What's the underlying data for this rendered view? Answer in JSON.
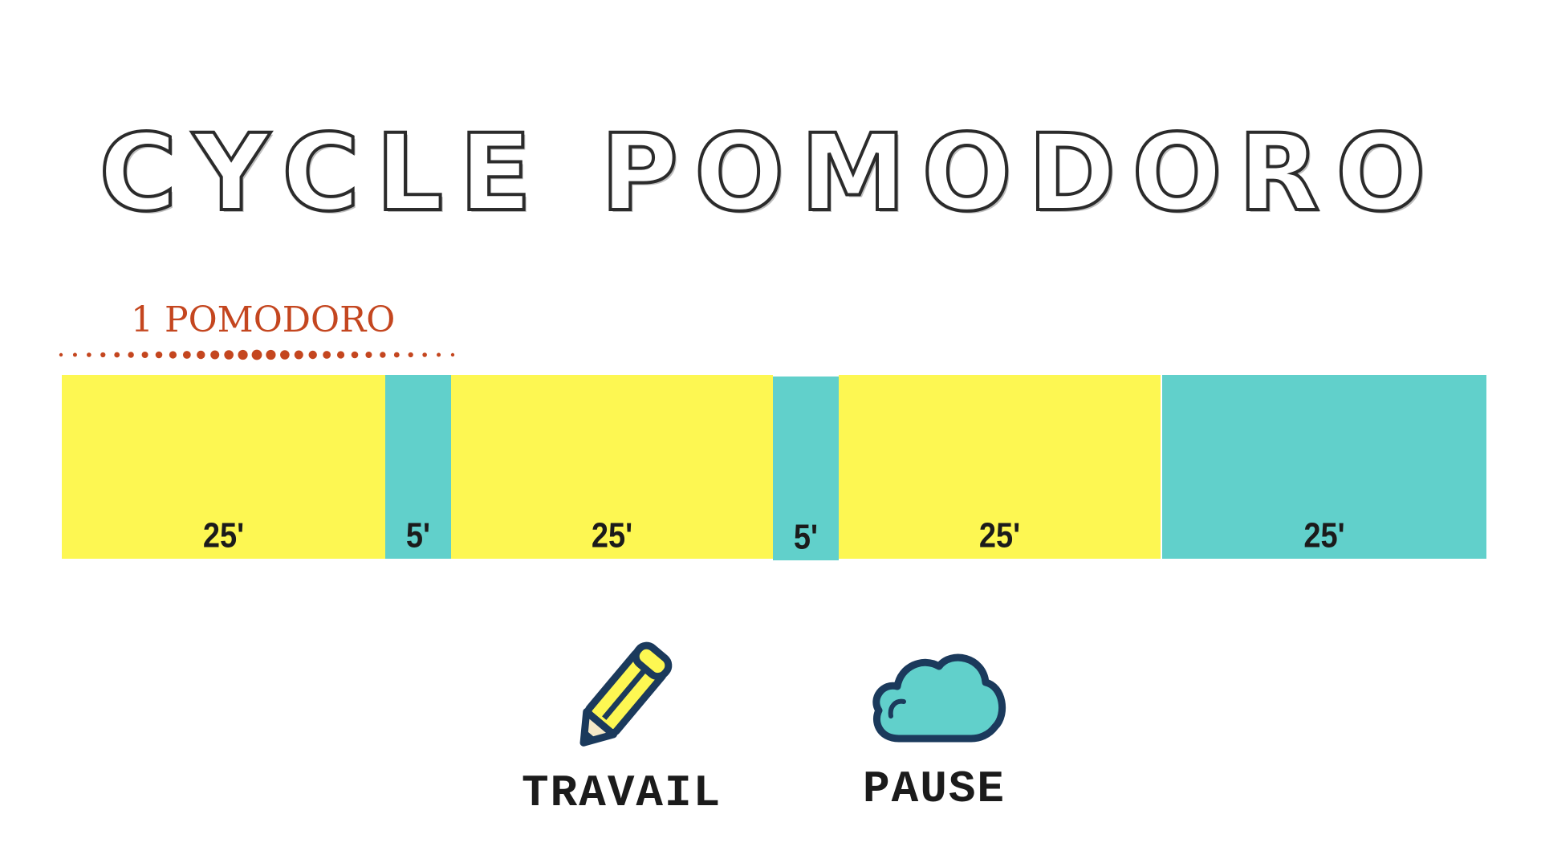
{
  "title": "CYCLE POMODORO",
  "pomodoro_label": "1 POMODORO",
  "colors": {
    "work": "#fdf752",
    "pause": "#61d0cb",
    "accent": "#c4461f",
    "outline": "#1b3a5c"
  },
  "segments": [
    {
      "kind": "work",
      "label": "25'"
    },
    {
      "kind": "pause",
      "label": "5'"
    },
    {
      "kind": "work",
      "label": "25'"
    },
    {
      "kind": "pause",
      "label": "5'"
    },
    {
      "kind": "work",
      "label": "25'"
    },
    {
      "kind": "pause",
      "label": "25'"
    }
  ],
  "legend": {
    "work": {
      "icon": "pencil-icon",
      "label": "TRAVAIL"
    },
    "pause": {
      "icon": "cloud-icon",
      "label": "PAUSE"
    }
  }
}
